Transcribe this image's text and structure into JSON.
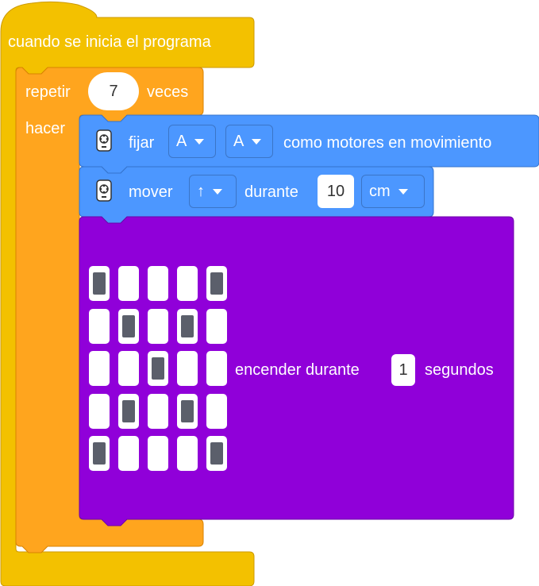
{
  "colors": {
    "event": "#f3c100",
    "control": "#ffa51e",
    "motion": "#4c97ff",
    "display": "#9000d9",
    "led_on": "#5b5f6b",
    "led_off": "#ffffff"
  },
  "start_block": {
    "label": "cuando se inicia el programa"
  },
  "repeat_block": {
    "label_pre": "repetir",
    "count": "7",
    "label_post": "veces",
    "do_label": "hacer"
  },
  "set_motors_block": {
    "icon": "robot-remote-icon",
    "label_pre": "fijar",
    "motor_left": "A",
    "motor_right": "A",
    "label_post": "como motores en movimiento"
  },
  "move_block": {
    "icon": "robot-remote-icon",
    "label_pre": "mover",
    "direction": "↑",
    "label_mid": "durante",
    "amount": "10",
    "unit": "cm"
  },
  "display_block": {
    "label_pre": "encender durante",
    "seconds": "1",
    "label_post": "segundos",
    "matrix": [
      [
        1,
        0,
        0,
        0,
        1
      ],
      [
        0,
        1,
        0,
        1,
        0
      ],
      [
        0,
        0,
        1,
        0,
        0
      ],
      [
        0,
        1,
        0,
        1,
        0
      ],
      [
        1,
        0,
        0,
        0,
        1
      ]
    ]
  }
}
